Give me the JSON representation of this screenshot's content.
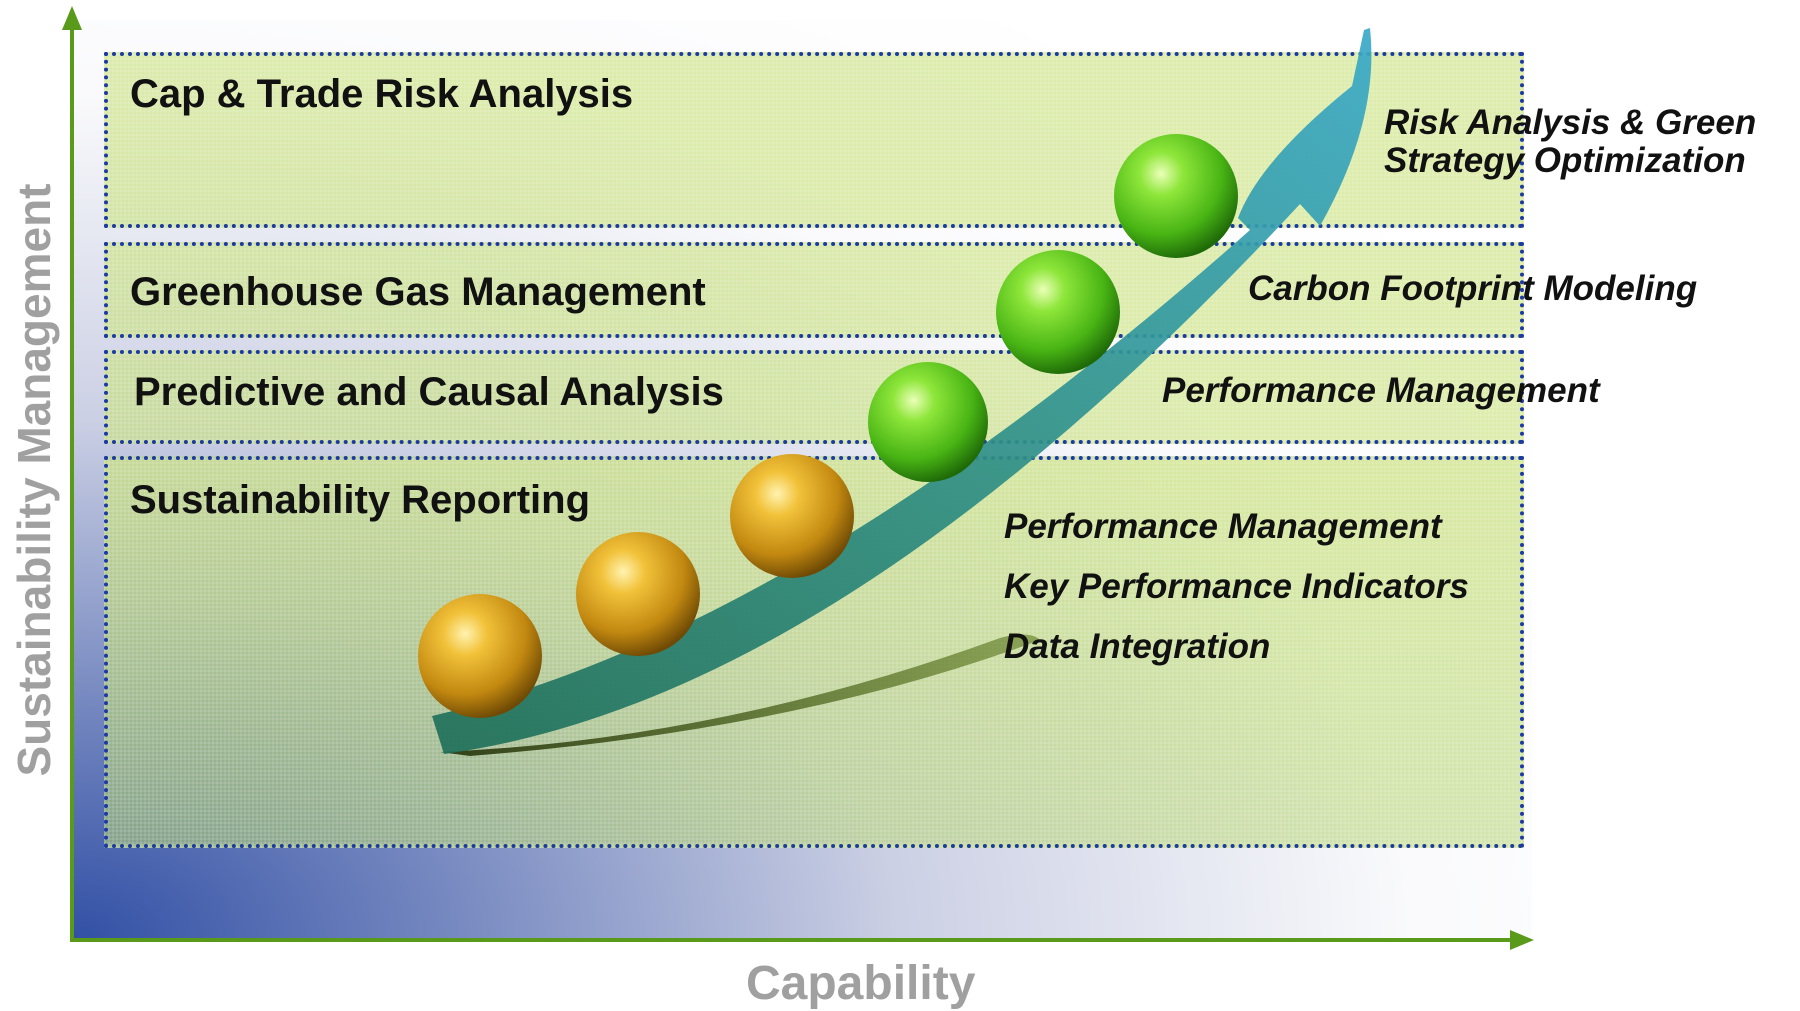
{
  "bands": [
    {
      "title": "Cap & Trade Risk Analysis"
    },
    {
      "title": "Greenhouse Gas Management"
    },
    {
      "title": "Predictive and Causal Analysis"
    },
    {
      "title": "Sustainability Reporting"
    }
  ],
  "capabilities": {
    "risk_line1": "Risk Analysis & Green",
    "risk_line2": "Strategy Optimization",
    "carbon": "Carbon Footprint Modeling",
    "performance_upper": "Performance Management",
    "performance_lower": "Performance Management",
    "kpi": "Key Performance Indicators",
    "data_integration": "Data Integration"
  },
  "axes": {
    "x_label": "Capability",
    "y_label": "Sustainability Management"
  },
  "colors": {
    "axis": "#5a9a1a",
    "band_border": "#1b3aa6",
    "arrow": "#2e8a7a",
    "sphere_gold": "#d9a21a",
    "sphere_green": "#6fd22a"
  }
}
